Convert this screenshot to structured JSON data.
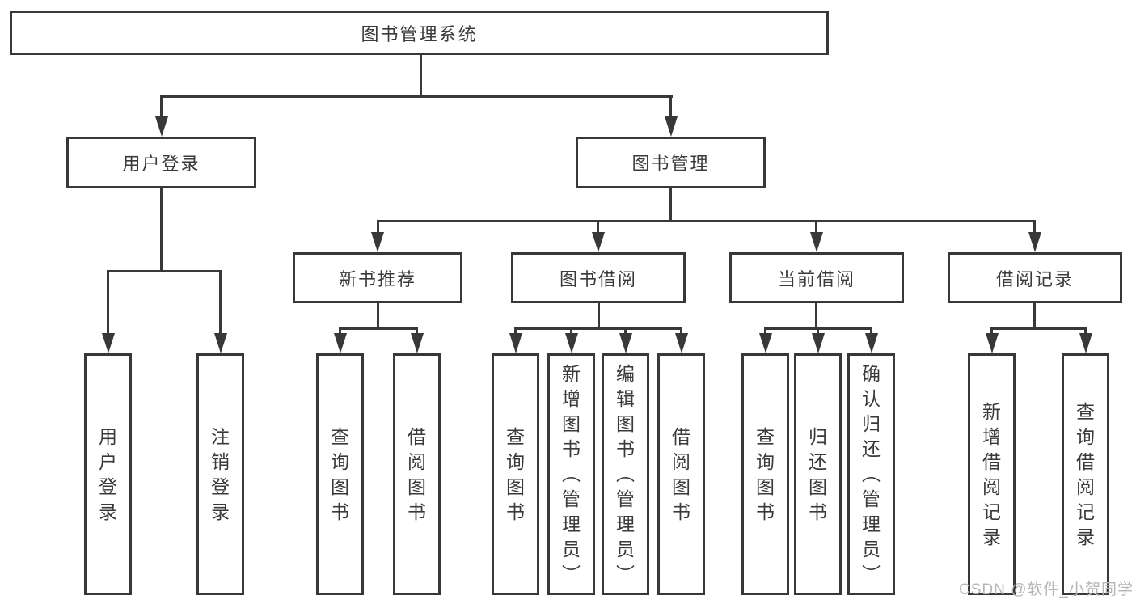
{
  "diagram": {
    "type": "hierarchy-tree",
    "tree": {
      "root": {
        "label": "图书管理系统",
        "children": [
          {
            "label": "用户登录",
            "children": [
              {
                "label": "用户登录"
              },
              {
                "label": "注销登录"
              }
            ]
          },
          {
            "label": "图书管理",
            "children": [
              {
                "label": "新书推荐",
                "children": [
                  {
                    "label": "查询图书"
                  },
                  {
                    "label": "借阅图书"
                  }
                ]
              },
              {
                "label": "图书借阅",
                "children": [
                  {
                    "label": "查询图书"
                  },
                  {
                    "label": "新增图书（管理员）"
                  },
                  {
                    "label": "编辑图书（管理员）"
                  },
                  {
                    "label": "借阅图书"
                  }
                ]
              },
              {
                "label": "当前借阅",
                "children": [
                  {
                    "label": "查询图书"
                  },
                  {
                    "label": "归还图书"
                  },
                  {
                    "label": "确认归还（管理员）"
                  }
                ]
              },
              {
                "label": "借阅记录",
                "children": [
                  {
                    "label": "新增借阅记录"
                  },
                  {
                    "label": "查询借阅记录"
                  }
                ]
              }
            ]
          }
        ]
      }
    },
    "watermark": "CSDN @软件_小贺同学",
    "colors": {
      "line": "#383838",
      "text": "#3a3a3a",
      "watermark": "#b5b5b5",
      "background": "#ffffff"
    }
  }
}
